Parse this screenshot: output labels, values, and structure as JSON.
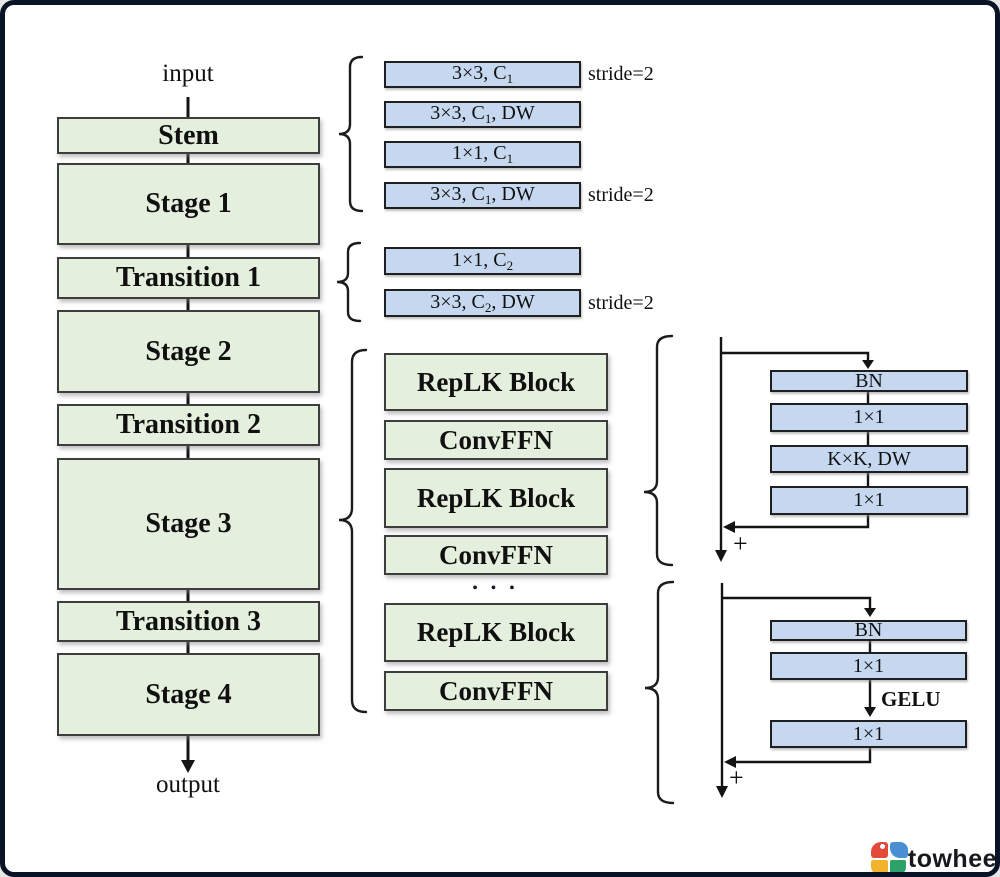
{
  "colors": {
    "frame_border": "#0a1227",
    "stage_box_fill": "#e4efdd",
    "conv_box_fill": "#c5d8ef",
    "box_border": "#3d3d3d",
    "logo_red": "#e14b39",
    "logo_blue": "#4a8fd3",
    "logo_yellow": "#f2b32c",
    "logo_green": "#2ca269"
  },
  "backbone": {
    "input_label": "input",
    "output_label": "output",
    "blocks": [
      {
        "label": "Stem"
      },
      {
        "label": "Stage 1"
      },
      {
        "label": "Transition 1"
      },
      {
        "label": "Stage 2"
      },
      {
        "label": "Transition 2"
      },
      {
        "label": "Stage 3"
      },
      {
        "label": "Transition 3"
      },
      {
        "label": "Stage 4"
      }
    ]
  },
  "stem_layers": {
    "rows": [
      {
        "pre": "3×3, C",
        "sub": "1",
        "post": "",
        "note": "stride=2"
      },
      {
        "pre": "3×3, C",
        "sub": "1",
        "post": ", DW",
        "note": ""
      },
      {
        "pre": "1×1, C",
        "sub": "1",
        "post": "",
        "note": ""
      },
      {
        "pre": "3×3, C",
        "sub": "1",
        "post": ", DW",
        "note": "stride=2"
      }
    ]
  },
  "transition_layers": {
    "rows": [
      {
        "pre": "1×1, C",
        "sub": "2",
        "post": "",
        "note": ""
      },
      {
        "pre": "3×3, C",
        "sub": "2",
        "post": ", DW",
        "note": "stride=2"
      }
    ]
  },
  "stage_stack": {
    "items": [
      {
        "label": "RepLK Block"
      },
      {
        "label": "ConvFFN"
      },
      {
        "label": "RepLK Block"
      },
      {
        "label": "ConvFFN"
      },
      {
        "label": "RepLK Block"
      },
      {
        "label": "ConvFFN"
      }
    ],
    "ellipsis": "• • •"
  },
  "replk_detail": {
    "layers": [
      {
        "label": "BN"
      },
      {
        "label": "1×1"
      },
      {
        "label": "K×K, DW"
      },
      {
        "label": "1×1"
      }
    ],
    "plus": "+"
  },
  "convffn_detail": {
    "layers": [
      {
        "label": "BN"
      },
      {
        "label": "1×1"
      },
      {
        "label": "1×1"
      }
    ],
    "activation": "GELU",
    "plus": "+"
  },
  "logo": {
    "text": "towhee"
  }
}
